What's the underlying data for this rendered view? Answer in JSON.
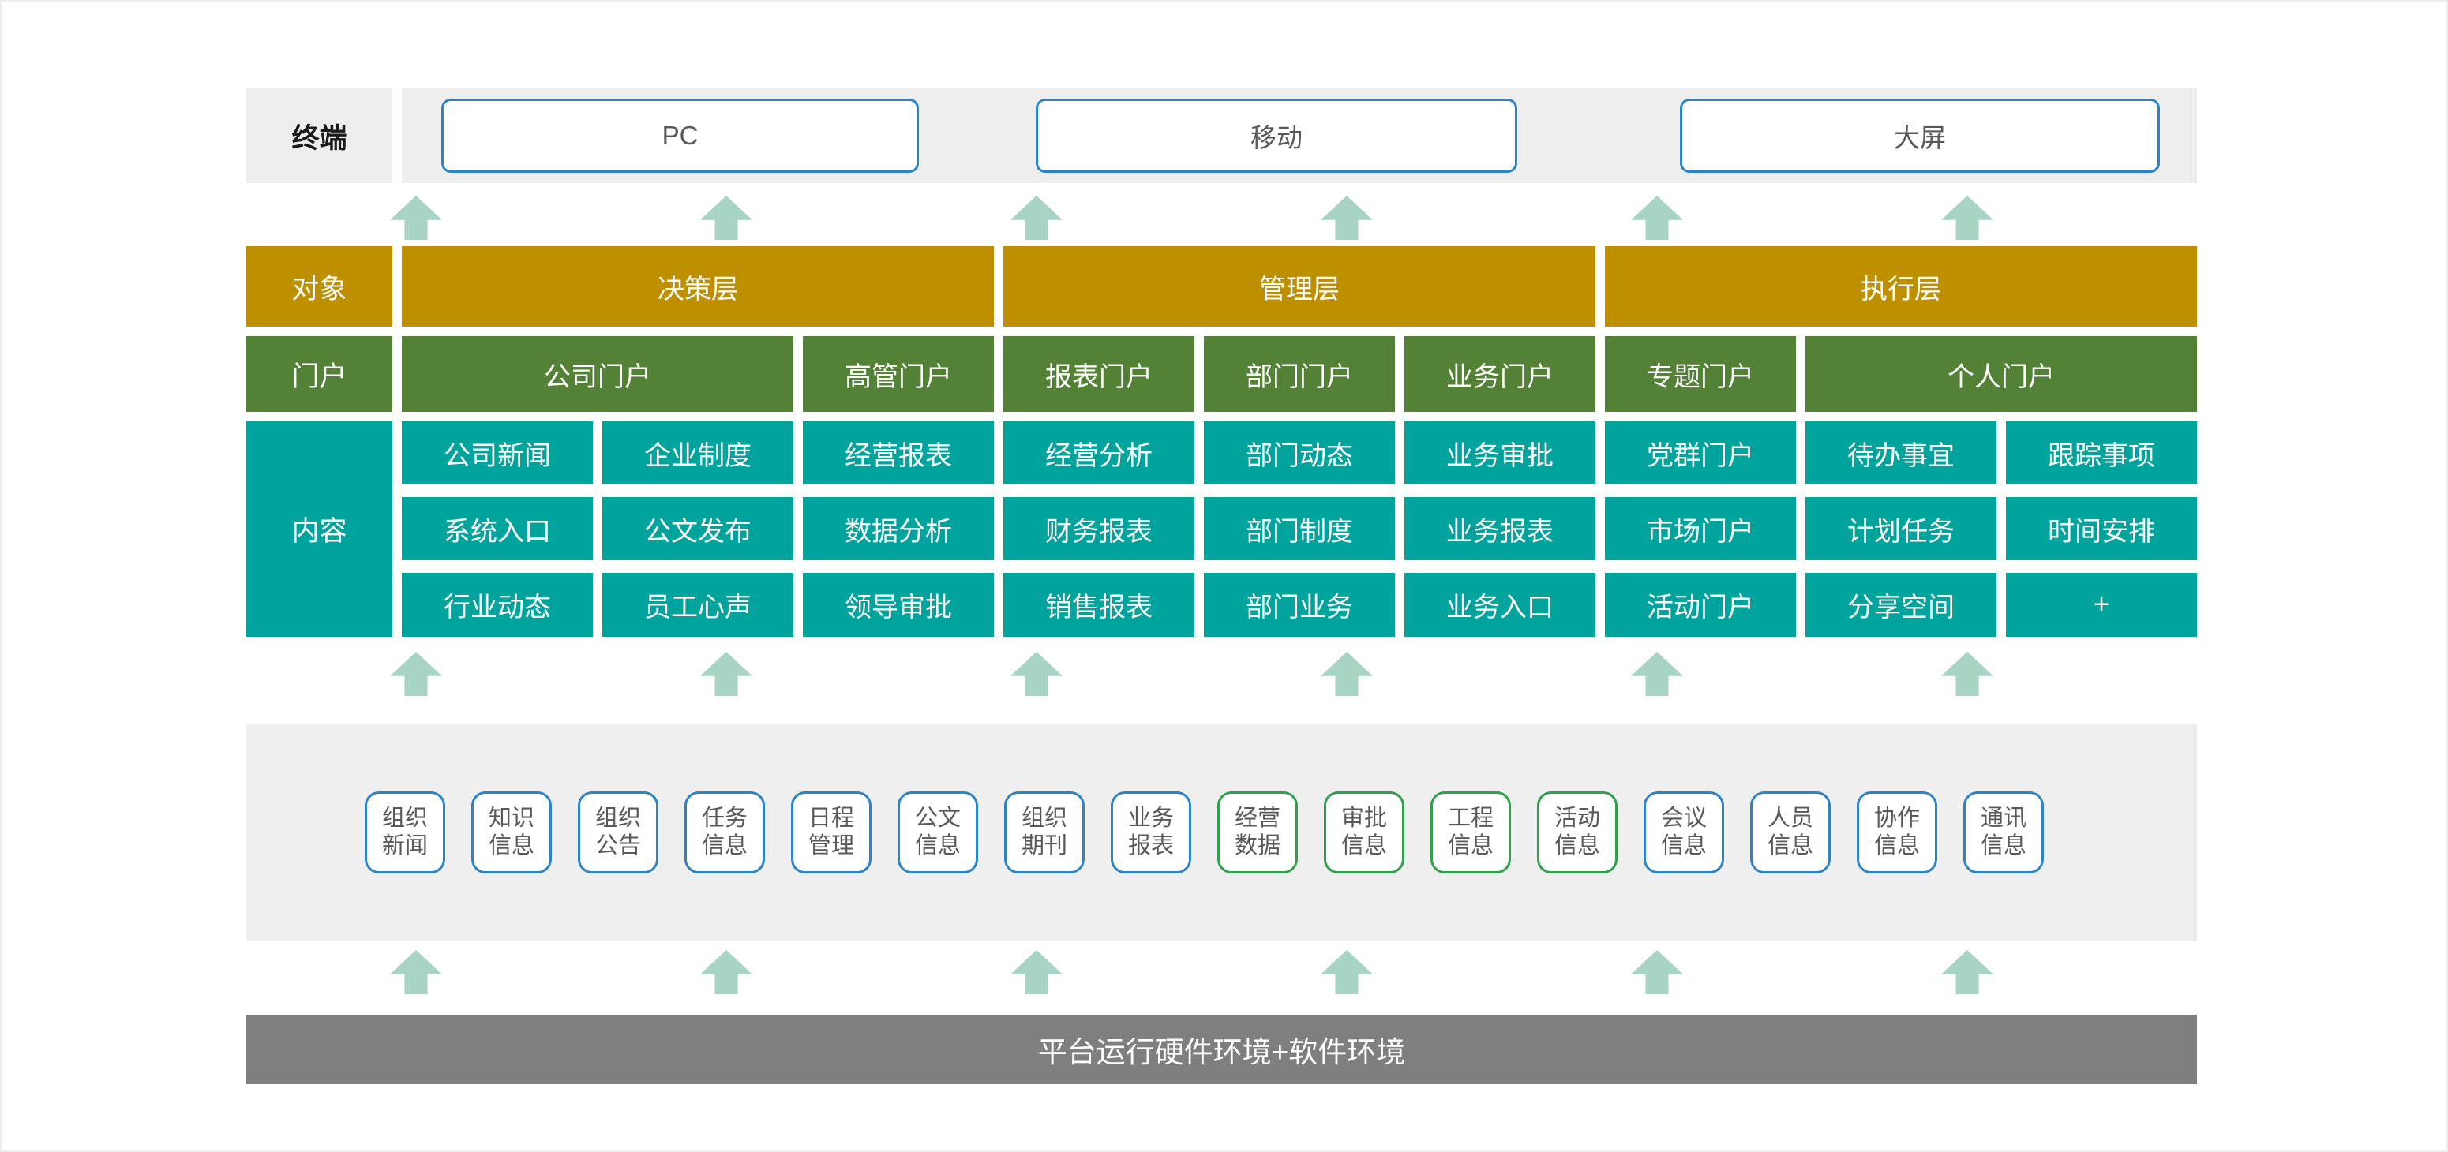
{
  "colors": {
    "gold": "#be9000",
    "green": "#538135",
    "teal": "#00a49c",
    "arrow_mint": "#a8d4c3",
    "band_gray": "#efefef",
    "bar_gray": "#7f7f7f",
    "blue_border": "#2b83c8",
    "green_border": "#2fa04c"
  },
  "terminal": {
    "label": "终端",
    "devices": [
      {
        "name": "pc",
        "label": "PC"
      },
      {
        "name": "mobile",
        "label": "移动"
      },
      {
        "name": "bigscreen",
        "label": "大屏"
      }
    ]
  },
  "object_row": {
    "label": "对象",
    "layers": [
      {
        "name": "decision",
        "label": "决策层",
        "span": 3
      },
      {
        "name": "management",
        "label": "管理层",
        "span": 3
      },
      {
        "name": "execution",
        "label": "执行层",
        "span": 3
      }
    ]
  },
  "portal_row": {
    "label": "门户",
    "portals": [
      {
        "name": "company",
        "label": "公司门户",
        "span": 2
      },
      {
        "name": "executive",
        "label": "高管门户",
        "span": 1
      },
      {
        "name": "report",
        "label": "报表门户",
        "span": 1
      },
      {
        "name": "department",
        "label": "部门门户",
        "span": 1
      },
      {
        "name": "business",
        "label": "业务门户",
        "span": 1
      },
      {
        "name": "topic",
        "label": "专题门户",
        "span": 1
      },
      {
        "name": "personal",
        "label": "个人门户",
        "span": 2
      }
    ]
  },
  "content": {
    "label": "内容",
    "rows": [
      [
        "公司新闻",
        "企业制度",
        "经营报表",
        "经营分析",
        "部门动态",
        "业务审批",
        "党群门户",
        "待办事宜",
        "跟踪事项"
      ],
      [
        "系统入口",
        "公文发布",
        "数据分析",
        "财务报表",
        "部门制度",
        "业务报表",
        "市场门户",
        "计划任务",
        "时间安排"
      ],
      [
        "行业动态",
        "员工心声",
        "领导审批",
        "销售报表",
        "部门业务",
        "业务入口",
        "活动门户",
        "分享空间",
        "+"
      ]
    ]
  },
  "info_boxes": [
    {
      "lines": [
        "组织",
        "新闻"
      ],
      "accent": "blue"
    },
    {
      "lines": [
        "知识",
        "信息"
      ],
      "accent": "blue"
    },
    {
      "lines": [
        "组织",
        "公告"
      ],
      "accent": "blue"
    },
    {
      "lines": [
        "任务",
        "信息"
      ],
      "accent": "blue"
    },
    {
      "lines": [
        "日程",
        "管理"
      ],
      "accent": "blue"
    },
    {
      "lines": [
        "公文",
        "信息"
      ],
      "accent": "blue"
    },
    {
      "lines": [
        "组织",
        "期刊"
      ],
      "accent": "blue"
    },
    {
      "lines": [
        "业务",
        "报表"
      ],
      "accent": "blue"
    },
    {
      "lines": [
        "经营",
        "数据"
      ],
      "accent": "green"
    },
    {
      "lines": [
        "审批",
        "信息"
      ],
      "accent": "green"
    },
    {
      "lines": [
        "工程",
        "信息"
      ],
      "accent": "green"
    },
    {
      "lines": [
        "活动",
        "信息"
      ],
      "accent": "green"
    },
    {
      "lines": [
        "会议",
        "信息"
      ],
      "accent": "blue"
    },
    {
      "lines": [
        "人员",
        "信息"
      ],
      "accent": "blue"
    },
    {
      "lines": [
        "协作",
        "信息"
      ],
      "accent": "blue"
    },
    {
      "lines": [
        "通讯",
        "信息"
      ],
      "accent": "blue"
    }
  ],
  "bottom_bar": {
    "label": "平台运行硬件环境+软件环境"
  }
}
